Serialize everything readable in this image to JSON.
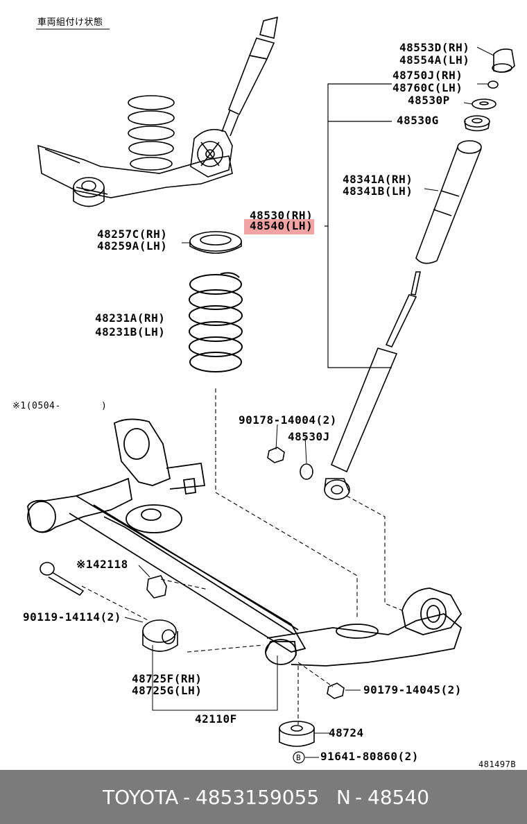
{
  "header_note": "車両組付け状態",
  "note_date": "※1(0504-       )",
  "diagram_code": "481497B",
  "labels": {
    "p48553d": "48553D(RH)",
    "p48554a": "48554A(LH)",
    "p48750j": "48750J(RH)",
    "p48760c": "48760C(LH)",
    "p48530p": "48530P",
    "p48530g": "48530G",
    "p48341a": "48341A(RH)",
    "p48341b": "48341B(LH)",
    "p48530rh": "48530(RH)",
    "p48540lh": "48540(LH)",
    "p48257c": "48257C(RH)",
    "p48259a": "48259A(LH)",
    "p48231a": "48231A(RH)",
    "p48231b": "48231B(LH)",
    "p90178": "90178-14004(2)",
    "p48530j": "48530J",
    "p42118": "※142118",
    "p90119": "90119-14114(2)",
    "p90179": "90179-14045(2)",
    "p48725f": "48725F(RH)",
    "p48725g": "48725G(LH)",
    "p42110f": "42110F",
    "p48724": "48724",
    "p91641": "91641-80860(2)",
    "b_marker": "B"
  },
  "footer": {
    "brand": "TOYOTA",
    "part_number": "4853159055",
    "sep1": "-",
    "ref": "N",
    "sep2": "-",
    "group": "48540"
  },
  "colors": {
    "highlight": "#f2a3a3",
    "footer_bg": "#7b7b7b",
    "line": "#000000"
  }
}
